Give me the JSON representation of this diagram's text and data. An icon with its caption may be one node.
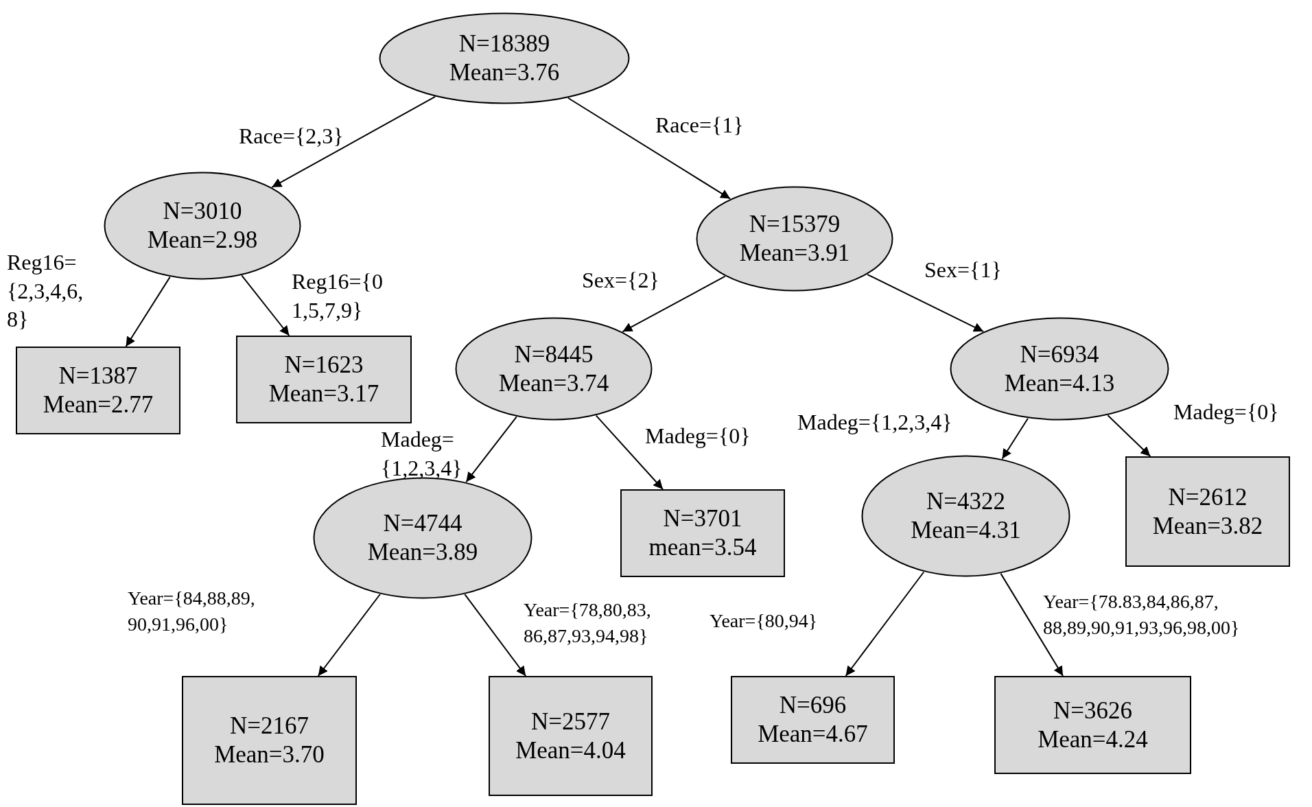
{
  "diagram": {
    "nodes": [
      {
        "text": [
          "N=18389",
          "Mean=3.76"
        ]
      },
      {
        "text": [
          "N=3010",
          "Mean=2.98"
        ]
      },
      {
        "text": [
          "N=15379",
          "Mean=3.91"
        ]
      },
      {
        "text": [
          "N=1387",
          "Mean=2.77"
        ]
      },
      {
        "text": [
          "N=1623",
          "Mean=3.17"
        ]
      },
      {
        "text": [
          "N=8445",
          "Mean=3.74"
        ]
      },
      {
        "text": [
          "N=6934",
          "Mean=4.13"
        ]
      },
      {
        "text": [
          "N=4744",
          "Mean=3.89"
        ]
      },
      {
        "text": [
          "N=3701",
          "mean=3.54"
        ]
      },
      {
        "text": [
          "N=4322",
          "Mean=4.31"
        ]
      },
      {
        "text": [
          "N=2612",
          "Mean=3.82"
        ]
      },
      {
        "text": [
          "N=2167",
          "Mean=3.70"
        ]
      },
      {
        "text": [
          "N=2577",
          "Mean=4.04"
        ]
      },
      {
        "text": [
          "N=696",
          "Mean=4.67"
        ]
      },
      {
        "text": [
          "N=3626",
          "Mean=4.24"
        ]
      }
    ],
    "edges": [
      {
        "from": 0,
        "to": 1,
        "arrow": "to",
        "label": "Race={2,3}"
      },
      {
        "from": 0,
        "to": 2,
        "arrow": "to",
        "label": "Race={1}"
      },
      {
        "from": 1,
        "to": 3,
        "arrow": "to",
        "label": "Reg16= {2,3,4,6, 8}"
      },
      {
        "from": 1,
        "to": 4,
        "arrow": "to",
        "label": "Reg16={0 1,5,7,9}"
      },
      {
        "from": 2,
        "to": 5,
        "arrow": "to",
        "label": "Sex={2}"
      },
      {
        "from": 2,
        "to": 6,
        "arrow": "to",
        "label": "Sex={1}"
      },
      {
        "from": 5,
        "to": 7,
        "arrow": "to",
        "label": "Madeg= {1,2,3,4}"
      },
      {
        "from": 5,
        "to": 8,
        "arrow": "to",
        "label": "Madeg={0}"
      },
      {
        "from": 6,
        "to": 9,
        "arrow": "to",
        "label": "Madeg={1,2,3,4}"
      },
      {
        "from": 6,
        "to": 10,
        "arrow": "to",
        "label": "Madeg={0}"
      },
      {
        "from": 7,
        "to": 11,
        "arrow": "to",
        "label": "Year={84,88,89, 90,91,96,00}"
      },
      {
        "from": 7,
        "to": 12,
        "arrow": "to",
        "label": "Year={78,80,83, 86,87,93,94,98}"
      },
      {
        "from": 9,
        "to": 13,
        "arrow": "to",
        "label": "Year={80,94}"
      },
      {
        "from": 9,
        "to": 14,
        "arrow": "to",
        "label": "Year={78.83,84,86,87, 88,89,90,91,93,96,98,00}"
      }
    ]
  }
}
